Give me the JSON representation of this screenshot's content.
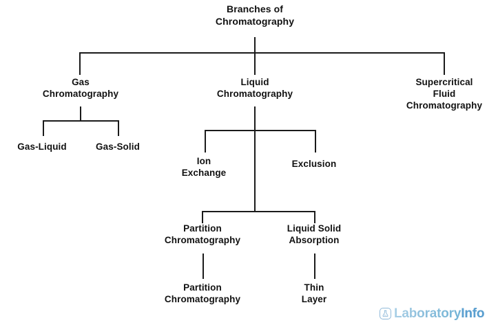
{
  "diagram": {
    "title": "Branches of\nChromatography",
    "nodes": {
      "root": "Branches of\nChromatography",
      "gas_chromatography": "Gas\nChromatography",
      "liquid_chromatography": "Liquid\nChromatography",
      "supercritical_fluid_chromatography": "Supercritical\nFluid\nChromatography",
      "gas_liquid": "Gas-Liquid",
      "gas_solid": "Gas-Solid",
      "ion_exchange": "Ion\nExchange",
      "exclusion": "Exclusion",
      "partition_chromatography": "Partition\nChromatography",
      "liquid_solid_absorption": "Liquid Solid\nAbsorption",
      "partition_chromatography_leaf": "Partition\nChromatography",
      "thin_layer": "Thin\nLayer"
    },
    "line_color": "#1a1a1a",
    "text_color": "#111111",
    "background": "#ffffff"
  },
  "watermark": {
    "brand_primary": "Laboratory",
    "brand_secondary": "Info",
    "icon": "flask-mark-icon",
    "color": "#7fbad9",
    "accent_color": "#5b9fd0"
  }
}
